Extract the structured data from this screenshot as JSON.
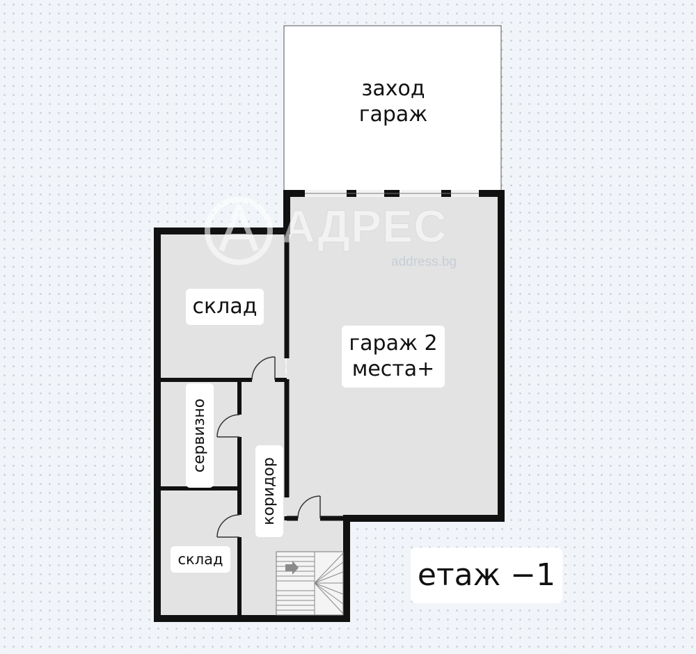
{
  "rooms": {
    "entrance": {
      "line1": "заход",
      "line2": "гараж"
    },
    "garage": {
      "line1": "гараж 2",
      "line2": "места+"
    },
    "storage_top": {
      "label": "склад"
    },
    "service": {
      "label": "сервизно"
    },
    "corridor": {
      "label": "коридор"
    },
    "storage_bottom": {
      "label": "склад"
    }
  },
  "floor_label": "етаж −1",
  "watermark": {
    "brand": "АДРЕС",
    "site": "address.bg"
  },
  "colors": {
    "wall": "#111111",
    "room_fill": "#e3e3e3",
    "background": "#f1f4f8",
    "label_bg": "#ffffff"
  }
}
